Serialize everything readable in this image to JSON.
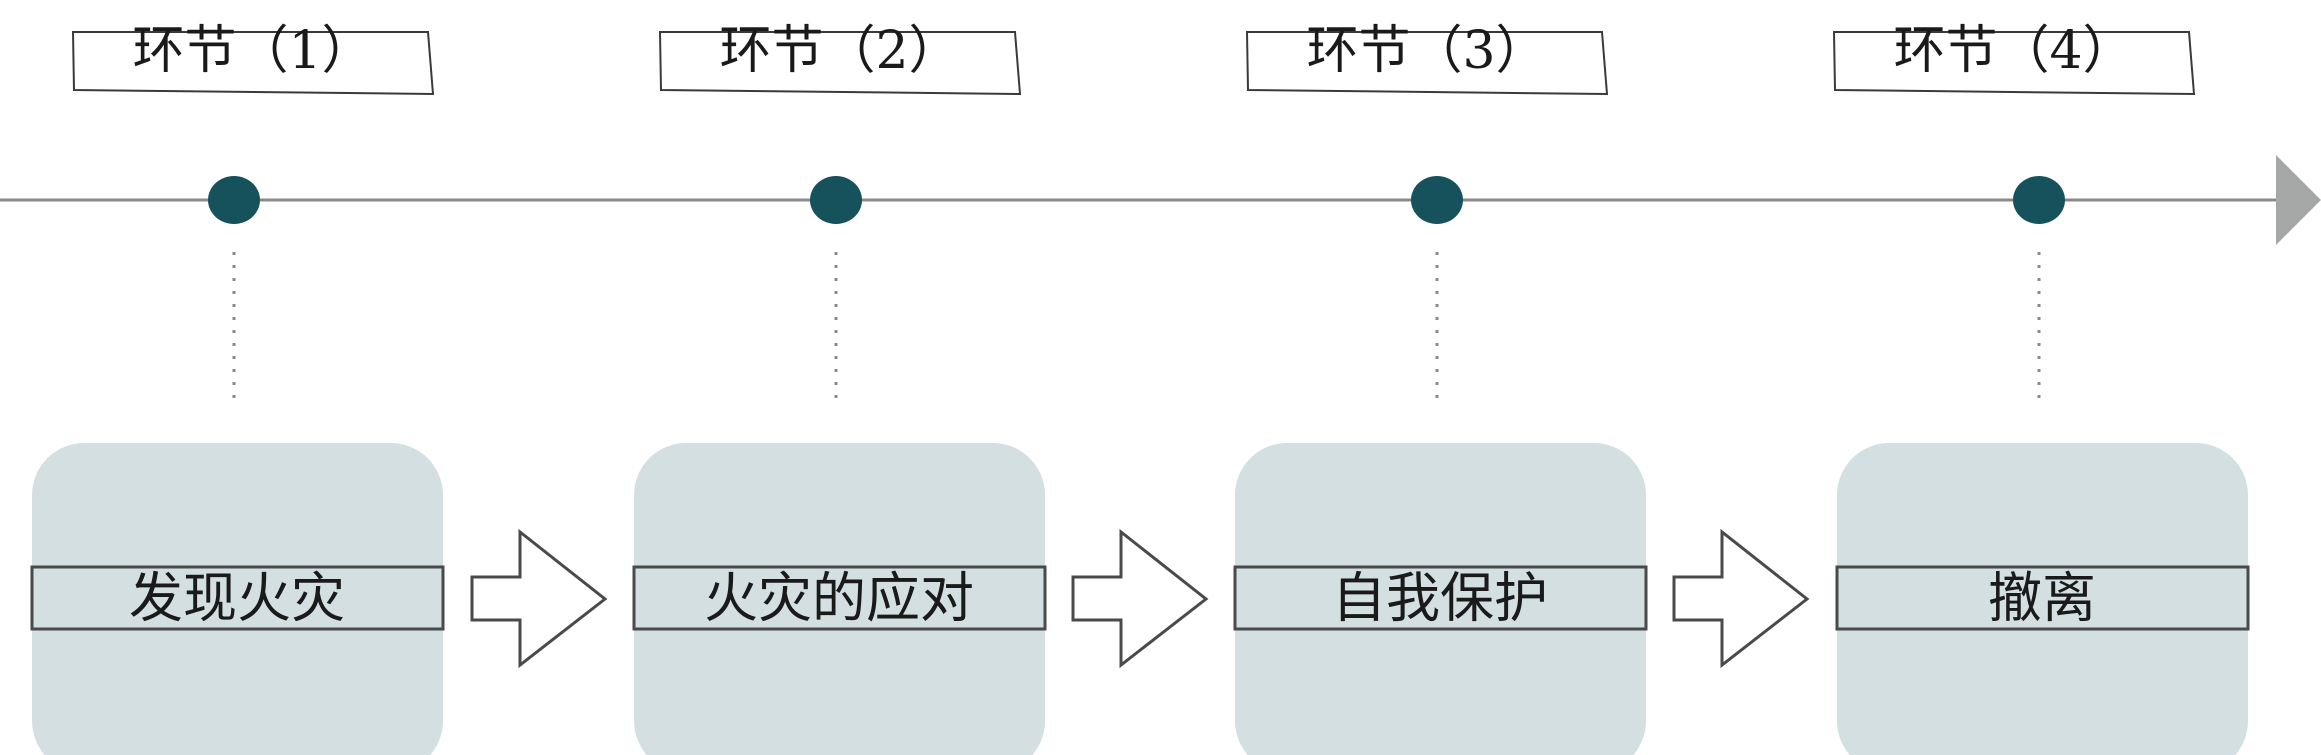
{
  "diagram": {
    "stages": [
      {
        "title": "环节（1）",
        "label": "发现火灾"
      },
      {
        "title": "环节（2）",
        "label": "火灾的应对"
      },
      {
        "title": "环节（3）",
        "label": "自我保护"
      },
      {
        "title": "环节（4）",
        "label": "撤离"
      }
    ],
    "colors": {
      "timeline": "#8a8a8a",
      "timeline_arrowhead": "#a6a8a8",
      "node": "#15525c",
      "connector_dots": "#8a8a8a",
      "box_fill": "#d3dfe1",
      "label_bar_stroke": "#4a4a4a",
      "flow_arrow_stroke": "#4a4a4a",
      "title_tag_stroke": "#3a3a3a"
    }
  }
}
